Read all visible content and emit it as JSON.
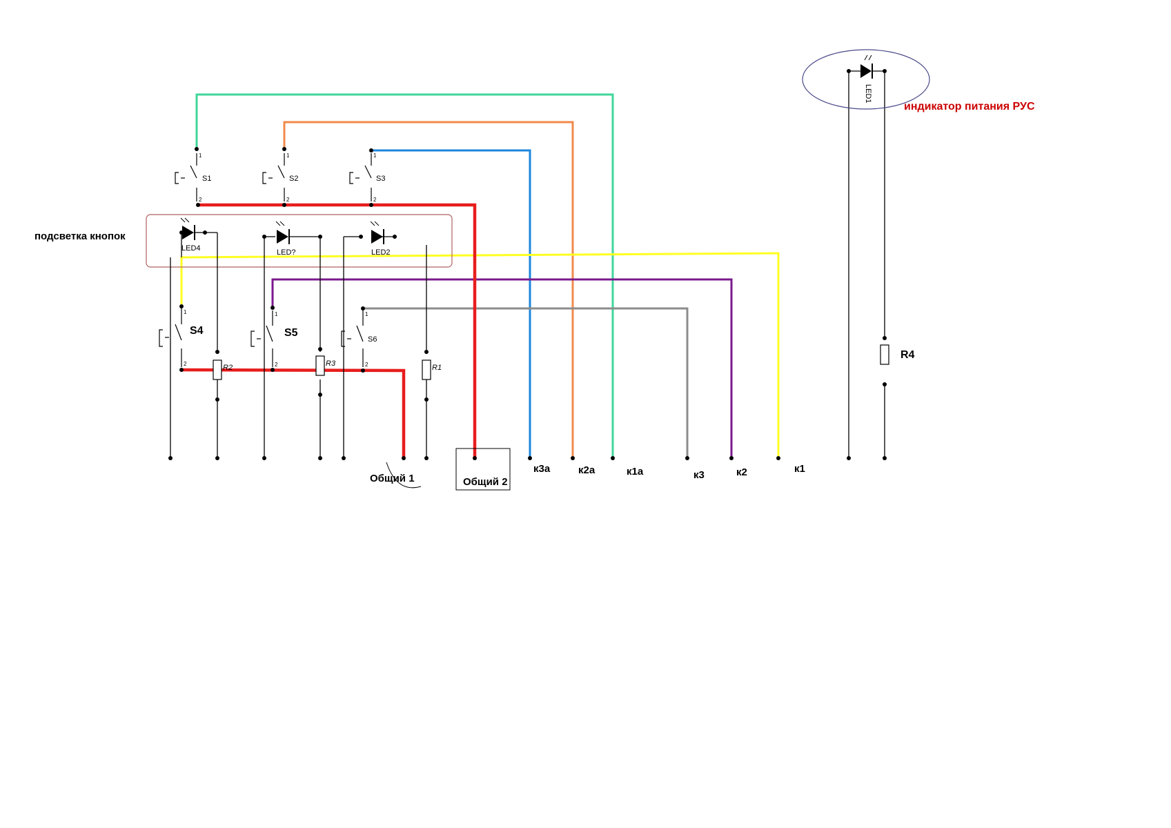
{
  "labels": {
    "button_backlight": "подсветка кнопок",
    "power_indicator": "индикатор питания РУС",
    "common1": "Общий 1",
    "common2": "Общий 2"
  },
  "terminals": [
    "к3а",
    "к2а",
    "к1а",
    "к3",
    "к2",
    "к1"
  ],
  "switches": {
    "s1": "S1",
    "s2": "S2",
    "s3": "S3",
    "s4": "S4",
    "s5": "S5",
    "s6": "S6"
  },
  "leds": {
    "led1": "LED1",
    "led2": "LED2",
    "led3": "LED?",
    "led4": "LED4"
  },
  "resistors": {
    "r1": "R1",
    "r2": "R2",
    "r3": "R3",
    "r4": "R4"
  },
  "pins": {
    "p1": "1",
    "p2": "2"
  },
  "wire_colors": {
    "red": "#e81d1d",
    "green": "#3fd69a",
    "orange": "#f08a4b",
    "blue": "#1c86de",
    "yellow": "#ffff22",
    "purple": "#7a1a8c",
    "gray": "#8c8c8c"
  }
}
